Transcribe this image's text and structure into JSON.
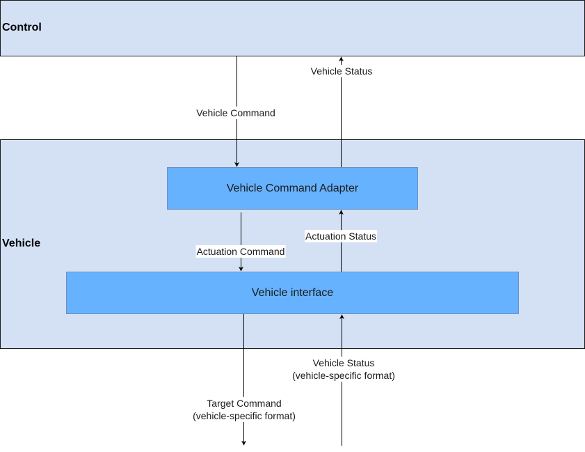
{
  "layers": {
    "control": {
      "title": "Control"
    },
    "vehicle": {
      "title": "Vehicle"
    }
  },
  "blocks": {
    "adapter": {
      "label": "Vehicle Command Adapter"
    },
    "interface": {
      "label": "Vehicle interface"
    }
  },
  "edges": {
    "vehicle_command": {
      "label": "Vehicle Command"
    },
    "vehicle_status": {
      "label": "Vehicle Status"
    },
    "actuation_command": {
      "label": "Actuation Command"
    },
    "actuation_status": {
      "label": "Actuation Status"
    },
    "target_command": {
      "line1": "Target Command",
      "line2": "(vehicle-specific format)"
    },
    "vehicle_status_raw": {
      "line1": "Vehicle Status",
      "line2": "(vehicle-specific format)"
    }
  },
  "colors": {
    "layer_fill": "#d4e1f5",
    "block_fill": "#66b2ff",
    "block_border": "#6c8ebf",
    "line": "#000000"
  }
}
